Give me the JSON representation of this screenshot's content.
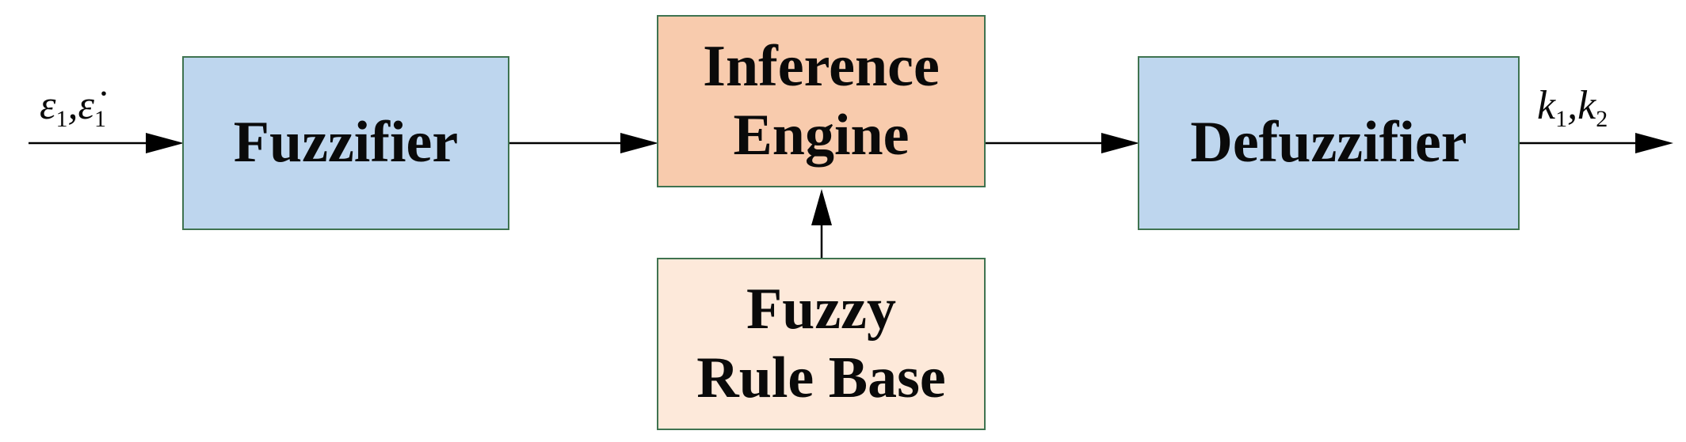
{
  "diagram": {
    "type": "block-diagram",
    "input_signal": {
      "symbols": [
        "ε",
        "ε̇"
      ],
      "subscript": "1",
      "separator": ","
    },
    "output_signal": {
      "symbols": [
        "k",
        "k"
      ],
      "subscripts": [
        "1",
        "2"
      ],
      "separator": ","
    },
    "blocks": {
      "fuzzifier": "Fuzzifier",
      "inference_engine": "Inference\nEngine",
      "rule_base": "Fuzzy\nRule Base",
      "defuzzifier": "Defuzzifier"
    },
    "edges": [
      [
        "input",
        "fuzzifier"
      ],
      [
        "fuzzifier",
        "inference_engine"
      ],
      [
        "rule_base",
        "inference_engine"
      ],
      [
        "inference_engine",
        "defuzzifier"
      ],
      [
        "defuzzifier",
        "output"
      ]
    ]
  },
  "colors": {
    "block_fill": "#bed6ee",
    "engine_fill": "#f8cbad",
    "rulebase_fill": "#fde9da",
    "border": "#3f7350",
    "arrow": "#000000"
  }
}
